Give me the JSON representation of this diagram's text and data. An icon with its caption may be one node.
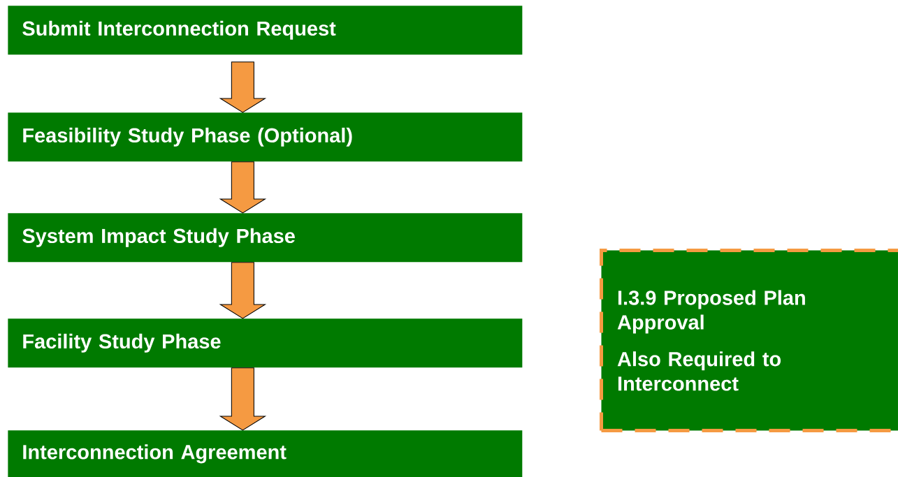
{
  "diagram": {
    "nodes": [
      {
        "text": [
          "Submit Interconnection Request"
        ]
      },
      {
        "text": [
          "Feasibility Study Phase (Optional)"
        ]
      },
      {
        "text": [
          "System Impact Study Phase"
        ]
      },
      {
        "text": [
          "Facility Study Phase"
        ]
      },
      {
        "text": [
          "Interconnection Agreement"
        ]
      },
      {
        "text": [
          "I.3.9 Proposed Plan Approval",
          "Also Required to Interconnect"
        ]
      }
    ],
    "edges": [
      {
        "from": 0,
        "to": 1,
        "arrow": "to"
      },
      {
        "from": 1,
        "to": 2,
        "arrow": "to"
      },
      {
        "from": 2,
        "to": 3,
        "arrow": "to"
      },
      {
        "from": 3,
        "to": 4,
        "arrow": "to"
      }
    ]
  }
}
